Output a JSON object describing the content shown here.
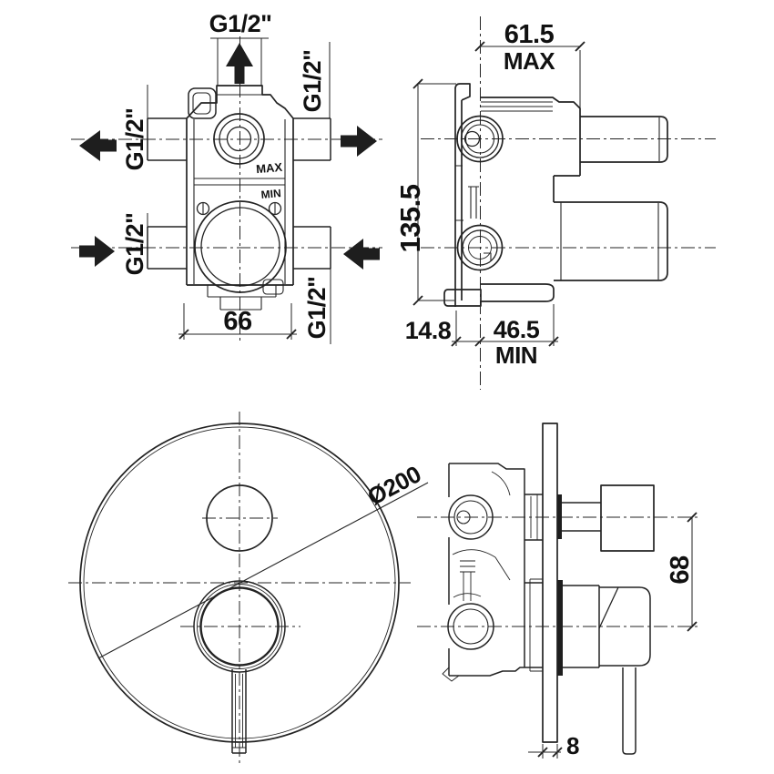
{
  "meta": {
    "drawing_type": "technical dimension drawing - concealed shower mixer valve",
    "background_color": "#ffffff",
    "line_color": "#232323",
    "text_color": "#111111"
  },
  "views": {
    "valve_front": {
      "ports": {
        "top": "G1/2\"",
        "left_top": "G1/2\"",
        "left_bottom": "G1/2\"",
        "right_top": "G1/2\"",
        "right_bottom": "G1/2\""
      },
      "markings": {
        "max": "MAX",
        "min": "MIN"
      },
      "dims": {
        "body_width": "66"
      },
      "flow_arrows": {
        "top": "out-up",
        "left_top": "out-left",
        "right_top": "out-right",
        "left_bottom": "in-right",
        "right_bottom": "in-left"
      }
    },
    "valve_side": {
      "dims": {
        "depth_max": "61.5",
        "depth_max_qualifier": "MAX",
        "height": "135.5",
        "wall_offset": "14.8",
        "depth_min": "46.5",
        "depth_min_qualifier": "MIN"
      }
    },
    "trim_front": {
      "dims": {
        "plate_diameter": "Ø200"
      }
    },
    "trim_side": {
      "dims": {
        "handle_center_distance": "68",
        "plate_thickness": "8"
      }
    }
  }
}
